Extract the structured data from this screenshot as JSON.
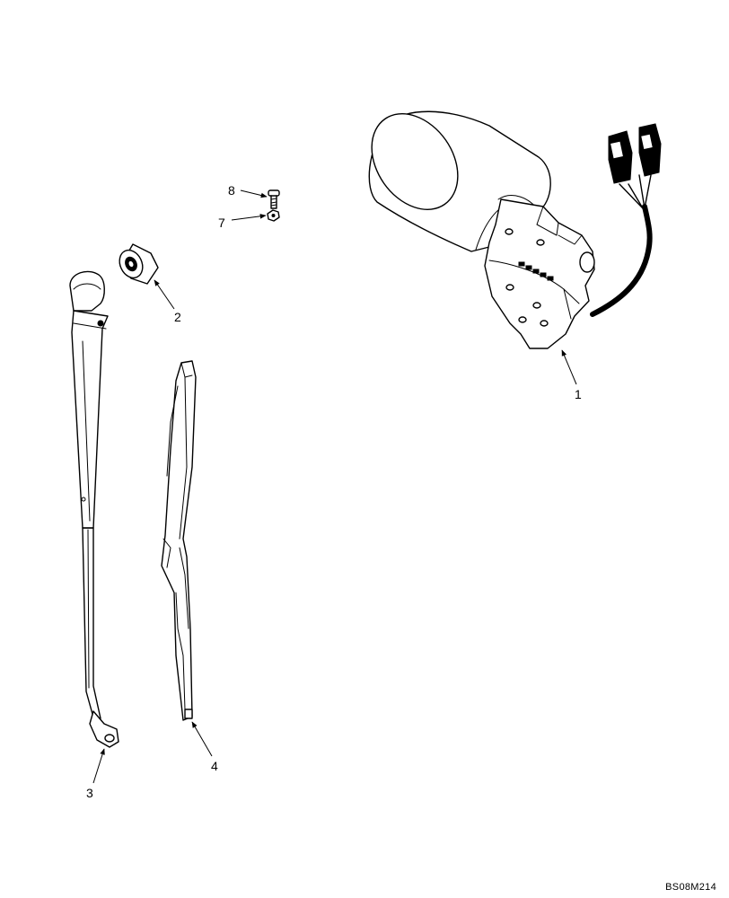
{
  "callouts": {
    "motor": "1",
    "bushing": "2",
    "wiper_arm": "3",
    "wiper_blade": "4",
    "nut": "7",
    "bolt": "8"
  },
  "drawing_id": "BS08M214"
}
